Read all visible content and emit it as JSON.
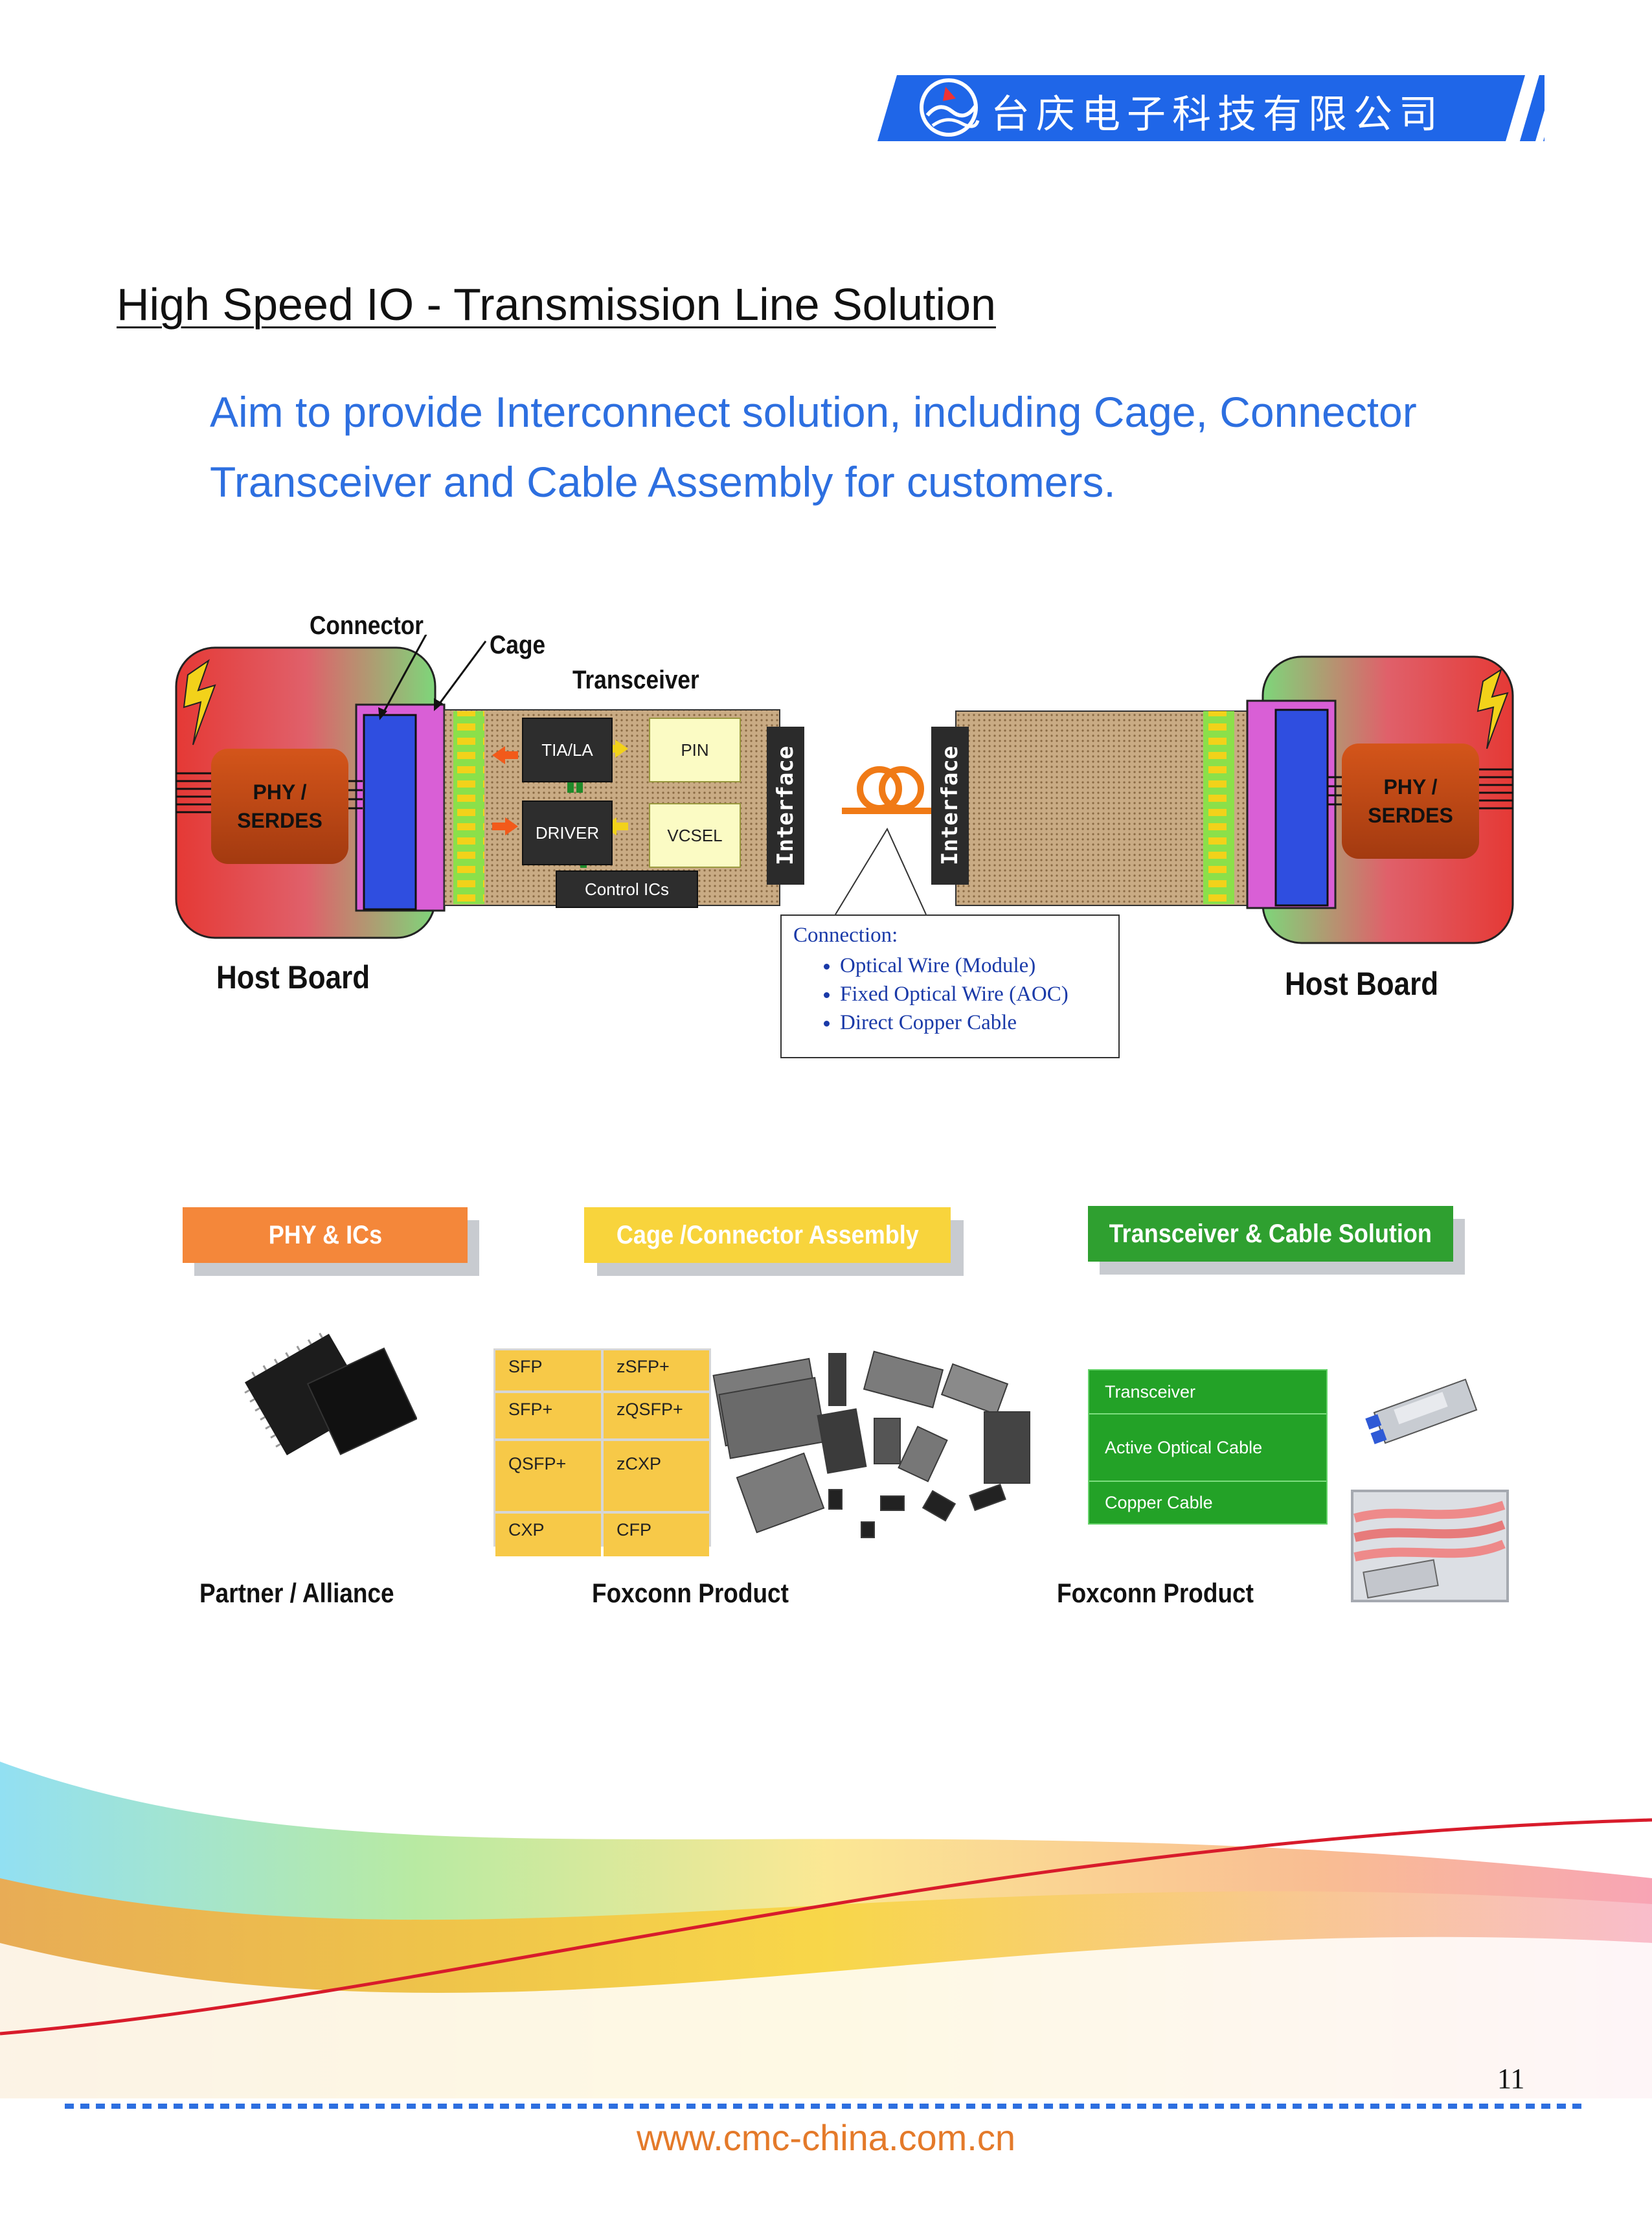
{
  "header": {
    "company_name": "台庆电子科技有限公司"
  },
  "page_title": "High Speed IO - Transmission Line Solution",
  "intro": {
    "line1": "Aim to provide Interconnect solution, including Cage, Connector",
    "line2": "Transceiver and Cable Assembly for customers."
  },
  "diagram": {
    "labels": {
      "connector": "Connector",
      "cage": "Cage",
      "transceiver": "Transceiver"
    },
    "left_board": {
      "phy_line1": "PHY /",
      "phy_line2": "SERDES",
      "caption": "Host Board"
    },
    "right_board": {
      "phy_line1": "PHY /",
      "phy_line2": "SERDES",
      "caption": "Host Board"
    },
    "chips": {
      "tia": "TIA/LA",
      "driver": "DRIVER",
      "control": "Control ICs",
      "pin": "PIN",
      "vcsel": "VCSEL"
    },
    "interface_label": "Interface",
    "connection": {
      "title": "Connection:",
      "items": [
        "Optical Wire (Module)",
        "Fixed Optical Wire (AOC)",
        "Direct Copper Cable"
      ]
    }
  },
  "categories": {
    "phy": {
      "label": "PHY & ICs",
      "color": "#f4873a",
      "caption": "Partner / Alliance"
    },
    "cage": {
      "label": "Cage /Connector Assembly",
      "color": "#f8d43c",
      "caption": "Foxconn Product",
      "products": [
        "SFP",
        "zSFP+",
        "SFP+",
        "zQSFP+",
        "QSFP+",
        "zCXP",
        "CXP",
        "CFP"
      ]
    },
    "transceiver": {
      "label": "Transceiver & Cable Solution",
      "color": "#2fa030",
      "caption": "Foxconn Product",
      "items": [
        "Transceiver",
        "Active Optical Cable",
        "Copper Cable"
      ]
    }
  },
  "footer": {
    "page_number": "11",
    "website": "www.cmc-china.com.cn"
  },
  "colors": {
    "accent_blue": "#2d6fe0",
    "banner_blue": "#1f66e8",
    "orange": "#f4873a",
    "yellow": "#f8d43c",
    "green": "#2fa030"
  }
}
